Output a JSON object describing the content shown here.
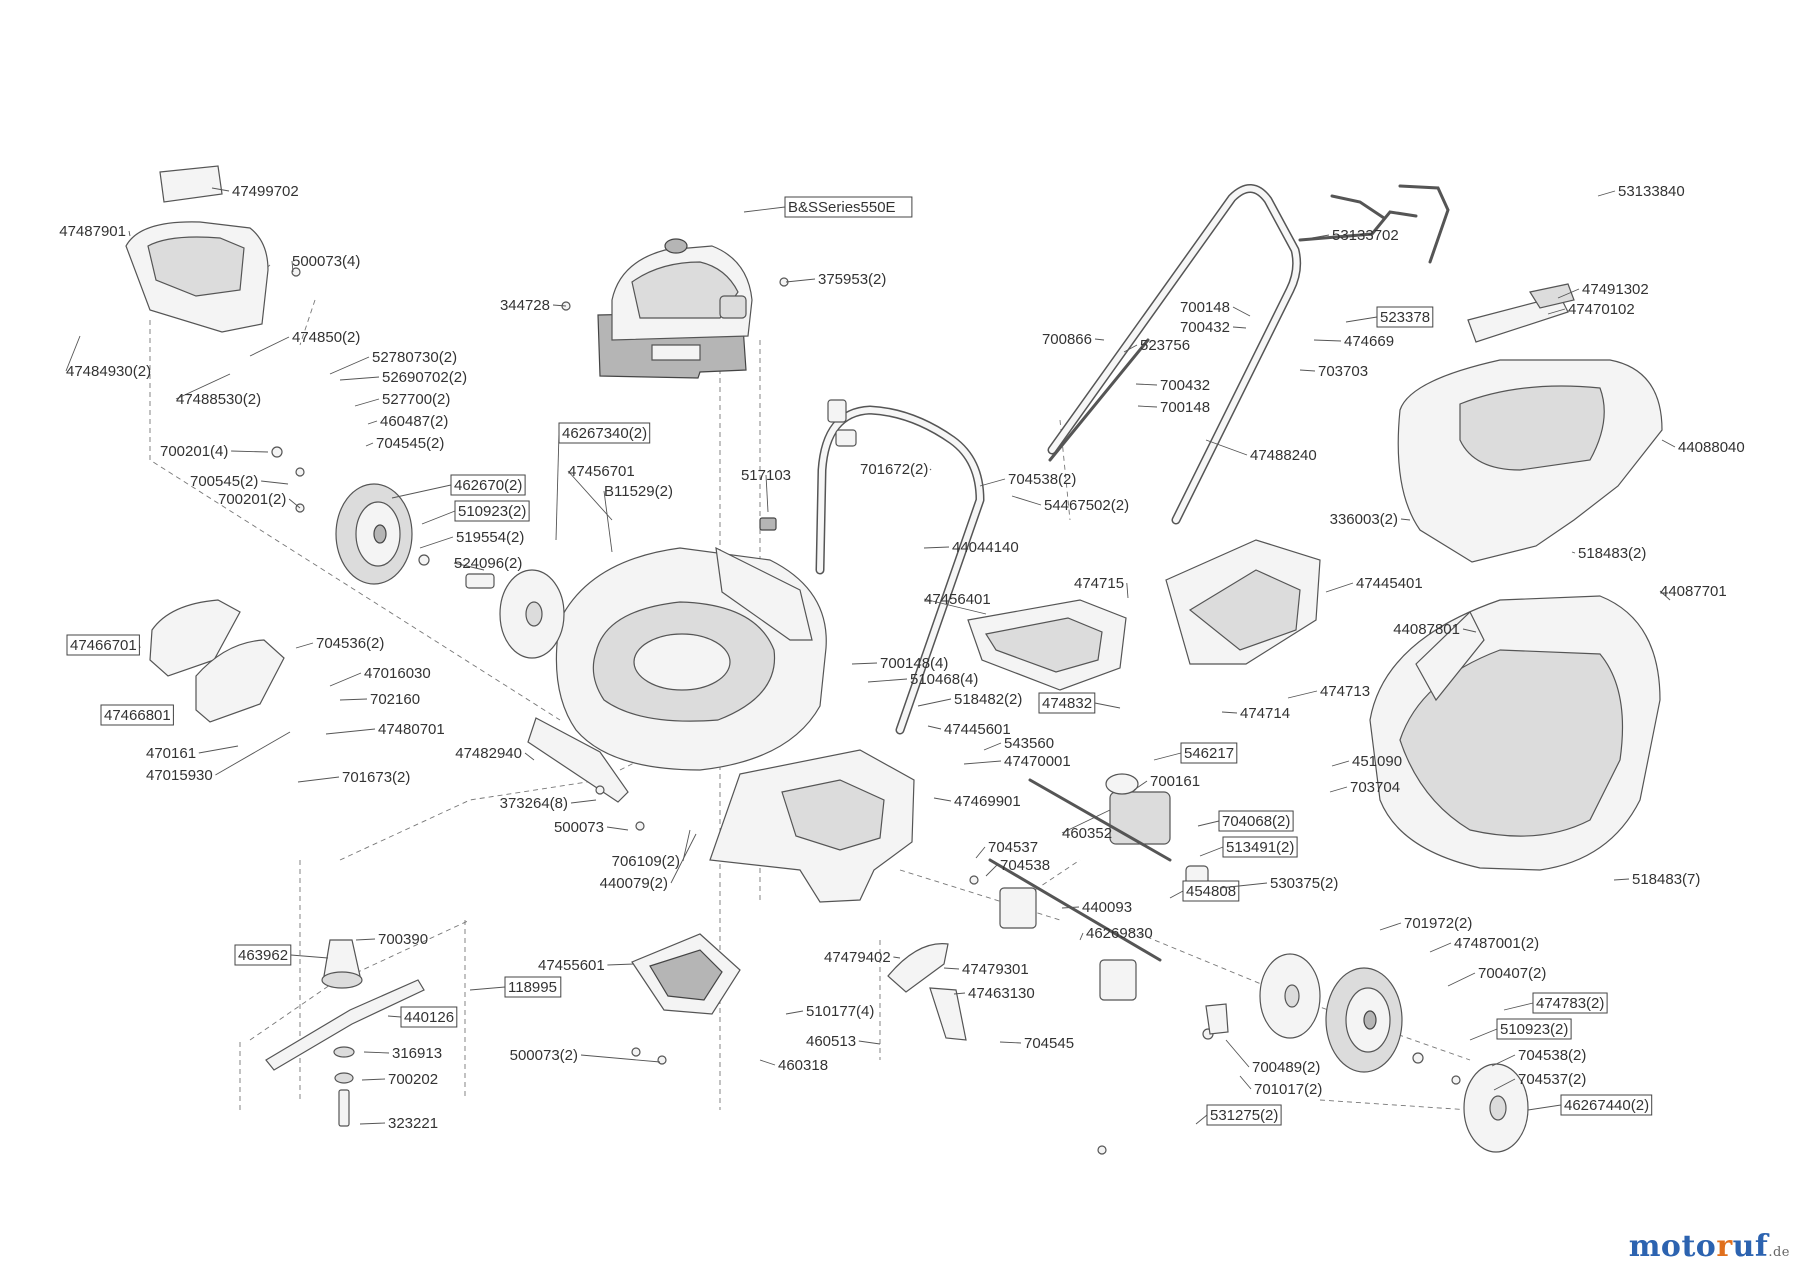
{
  "brand": {
    "a": "moto",
    "b": "r",
    "c": "uf",
    "tld": ".de"
  },
  "labels": [
    "47499702",
    "47487901",
    "500073(4)",
    "47484930(2)",
    "474850(2)",
    "47488530(2)",
    "52780730(2)",
    "52690702(2)",
    "527700(2)",
    "460487(2)",
    "700201(4)",
    "704545(2)",
    "700545(2)",
    "700201(2)",
    "462670(2)",
    "510923(2)",
    "519554(2)",
    "524096(2)",
    "46267340(2)",
    "47456701",
    "B11529(2)",
    "344728",
    "B&SSeries550E",
    "375953(2)",
    "517103",
    "701672(2)",
    "704538(2)",
    "54467502(2)",
    "44044140",
    "47456401",
    "47466701",
    "704536(2)",
    "47016030",
    "702160",
    "47466801",
    "47480701",
    "470161",
    "47015930",
    "701673(2)",
    "47482940",
    "373264(8)",
    "500073",
    "706109(2)",
    "440079(2)",
    "700148(4)",
    "510468(4)",
    "518482(2)",
    "47445601",
    "543560",
    "47470001",
    "47469901",
    "704537",
    "704538",
    "700390",
    "463962",
    "440126",
    "118995",
    "316913",
    "700202",
    "323221",
    "47455601",
    "500073(2)",
    "510177(4)",
    "460513",
    "460318",
    "47479402",
    "47479301",
    "47463130",
    "704545",
    "53133840",
    "53133702",
    "700148",
    "700432",
    "523378",
    "474669",
    "700866",
    "523756",
    "703703",
    "700432",
    "700148",
    "47488240",
    "474715",
    "47445401",
    "474832",
    "474714",
    "474713",
    "546217",
    "700161",
    "460352",
    "704068(2)",
    "513491(2)",
    "454808",
    "530375(2)",
    "440093",
    "46269830",
    "451090",
    "703704",
    "47491302",
    "47470102",
    "44088040",
    "336003(2)",
    "518483(2)",
    "44087701",
    "44087801",
    "518483(7)",
    "701972(2)",
    "47487001(2)",
    "700407(2)",
    "474783(2)",
    "510923(2)",
    "704538(2)",
    "704537(2)",
    "46267440(2)",
    "700489(2)",
    "701017(2)",
    "531275(2)"
  ]
}
